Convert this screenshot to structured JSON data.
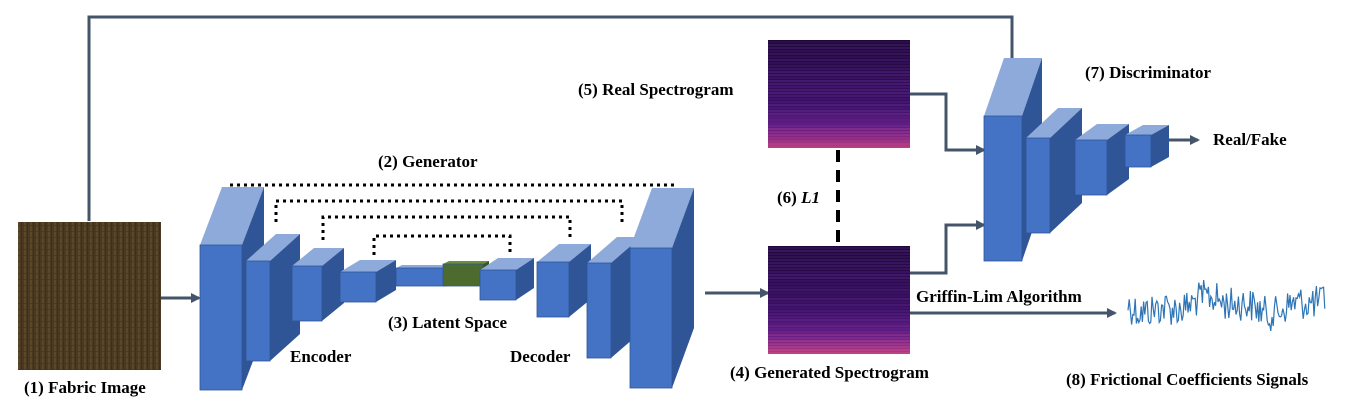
{
  "labels": {
    "fabric_image": "(1) Fabric Image",
    "generator": "(2) Generator",
    "latent_space": "(3) Latent Space",
    "encoder": "Encoder",
    "decoder": "Decoder",
    "generated_spectrogram": "(4) Generated Spectrogram",
    "real_spectrogram": "(5) Real Spectrogram",
    "l1_prefix": "(6) ",
    "l1_italic": "L1",
    "discriminator": "(7) Discriminator",
    "real_fake": "Real/Fake",
    "griffin_lim": "Griffin-Lim Algorithm",
    "frictional_signals": "(8) Frictional Coefficients Signals"
  },
  "colors": {
    "block_front": "#4472c4",
    "block_top": "#8eaadb",
    "block_side": "#2f5597",
    "latent": "#4e6b2f",
    "arrow": "#44546a",
    "fabric": "#4b3a22",
    "spectrogram_bg": "#2a0a45",
    "signal": "#2e75b6"
  }
}
